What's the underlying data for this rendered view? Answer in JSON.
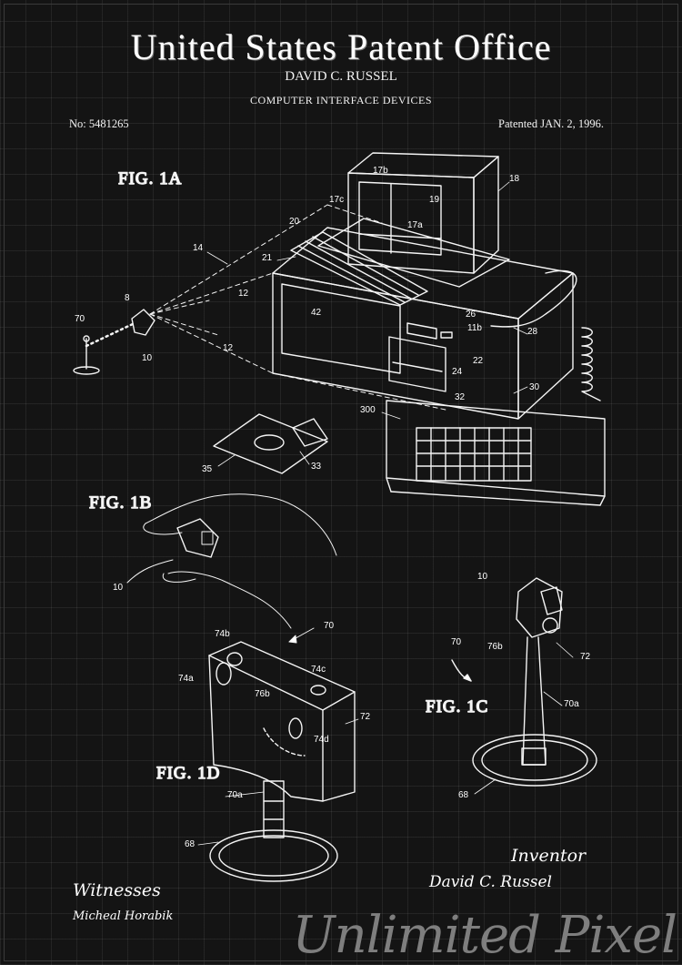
{
  "header": {
    "title": "United States Patent Office",
    "inventor": "DAVID C. RUSSEL",
    "invention": "COMPUTER INTERFACE DEVICES",
    "patent_number": "No: 5481265",
    "patent_date": "Patented JAN. 2, 1996."
  },
  "figures": {
    "fig1a": "FIG. 1A",
    "fig1b": "FIG. 1B",
    "fig1c": "FIG. 1C",
    "fig1d": "FIG. 1D"
  },
  "numerals": {
    "n14": "14",
    "n20": "20",
    "n21": "21",
    "n8": "8",
    "n70a": "70",
    "n10a": "10",
    "n12a": "12",
    "n12b": "12",
    "n42": "42",
    "n17b": "17b",
    "n17c": "17c",
    "n19": "19",
    "n17a": "17a",
    "n18": "18",
    "n26": "26",
    "n11b": "11b",
    "n22": "22",
    "n28": "28",
    "n24": "24",
    "n32": "32",
    "n30": "30",
    "n300": "300",
    "n35": "35",
    "n33": "33",
    "n10b": "10",
    "n70b": "70",
    "n74b": "74b",
    "n74a": "74a",
    "n74c": "74c",
    "n76b_d": "76b",
    "n74d": "74d",
    "n72_d": "72",
    "n70a_d": "70a",
    "n68_d": "68",
    "n10c": "10",
    "n70c": "70",
    "n76b_c": "76b",
    "n72_c": "72",
    "n70a_c": "70a",
    "n68_c": "68"
  },
  "footer": {
    "witnesses_label": "Witnesses",
    "witness_name": "Micheal Horabik",
    "inventor_label": "Inventor",
    "inventor_signature": "David C. Russel",
    "watermark": "Unlimited Pixel"
  }
}
